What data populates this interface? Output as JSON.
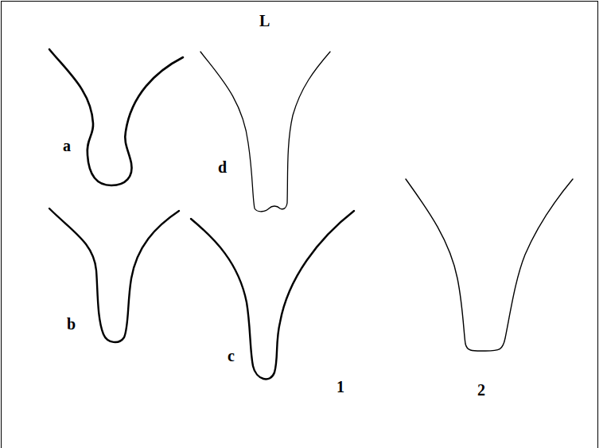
{
  "diagram": {
    "labels": [
      "a",
      "b",
      "c",
      "d",
      "L",
      "1",
      "2"
    ]
  }
}
